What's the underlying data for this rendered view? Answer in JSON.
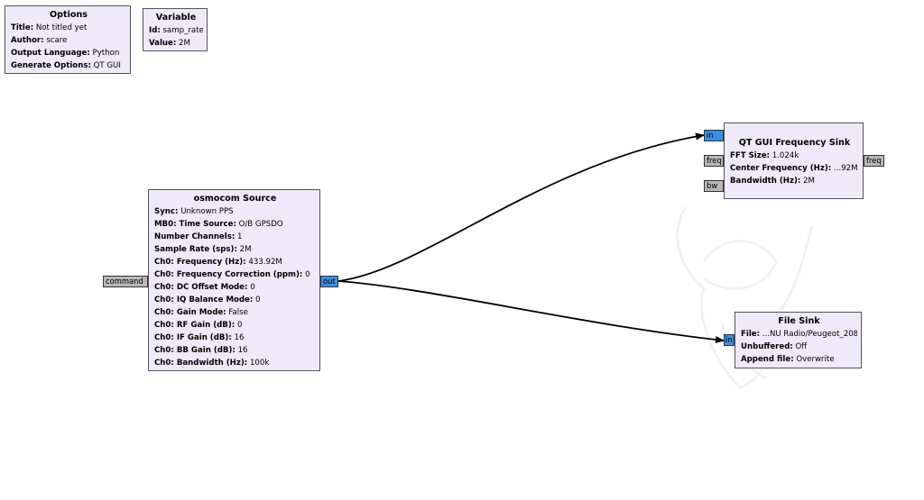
{
  "blocks": {
    "options": {
      "title": "Options",
      "params": [
        {
          "label": "Title:",
          "value": "Not titled yet"
        },
        {
          "label": "Author:",
          "value": "scare"
        },
        {
          "label": "Output Language:",
          "value": "Python"
        },
        {
          "label": "Generate Options:",
          "value": "QT GUI"
        }
      ]
    },
    "variable": {
      "title": "Variable",
      "params": [
        {
          "label": "Id:",
          "value": "samp_rate"
        },
        {
          "label": "Value:",
          "value": "2M"
        }
      ]
    },
    "osmocom_source": {
      "title": "osmocom Source",
      "params": [
        {
          "label": "Sync:",
          "value": "Unknown PPS"
        },
        {
          "label": "MB0: Time Source:",
          "value": "O/B GPSDO"
        },
        {
          "label": "Number Channels:",
          "value": "1"
        },
        {
          "label": "Sample Rate (sps):",
          "value": "2M"
        },
        {
          "label": "Ch0: Frequency (Hz):",
          "value": "433.92M"
        },
        {
          "label": "Ch0: Frequency Correction (ppm):",
          "value": "0"
        },
        {
          "label": "Ch0: DC Offset Mode:",
          "value": "0"
        },
        {
          "label": "Ch0: IQ Balance Mode:",
          "value": "0"
        },
        {
          "label": "Ch0: Gain Mode:",
          "value": "False"
        },
        {
          "label": "Ch0: RF Gain (dB):",
          "value": "0"
        },
        {
          "label": "Ch0: IF Gain (dB):",
          "value": "16"
        },
        {
          "label": "Ch0: BB Gain (dB):",
          "value": "16"
        },
        {
          "label": "Ch0: Bandwidth (Hz):",
          "value": "100k"
        }
      ],
      "ports": {
        "command": "command",
        "out": "out"
      }
    },
    "freq_sink": {
      "title": "QT GUI Frequency Sink",
      "params": [
        {
          "label": "FFT Size:",
          "value": "1.024k"
        },
        {
          "label": "Center Frequency (Hz):",
          "value": "...92M"
        },
        {
          "label": "Bandwidth (Hz):",
          "value": "2M"
        }
      ],
      "ports": {
        "in": "in",
        "freq_in": "freq",
        "bw": "bw",
        "freq_out": "freq"
      }
    },
    "file_sink": {
      "title": "File Sink",
      "params": [
        {
          "label": "File:",
          "value": "...NU Radio/Peugeot_208"
        },
        {
          "label": "Unbuffered:",
          "value": "Off"
        },
        {
          "label": "Append file:",
          "value": "Overwrite"
        }
      ],
      "ports": {
        "in": "in"
      }
    }
  },
  "colors": {
    "block_bg": "#eeeaf9",
    "stream_port": "#3a8ee6",
    "message_port": "#b8b8b8",
    "connection": "#000000"
  }
}
